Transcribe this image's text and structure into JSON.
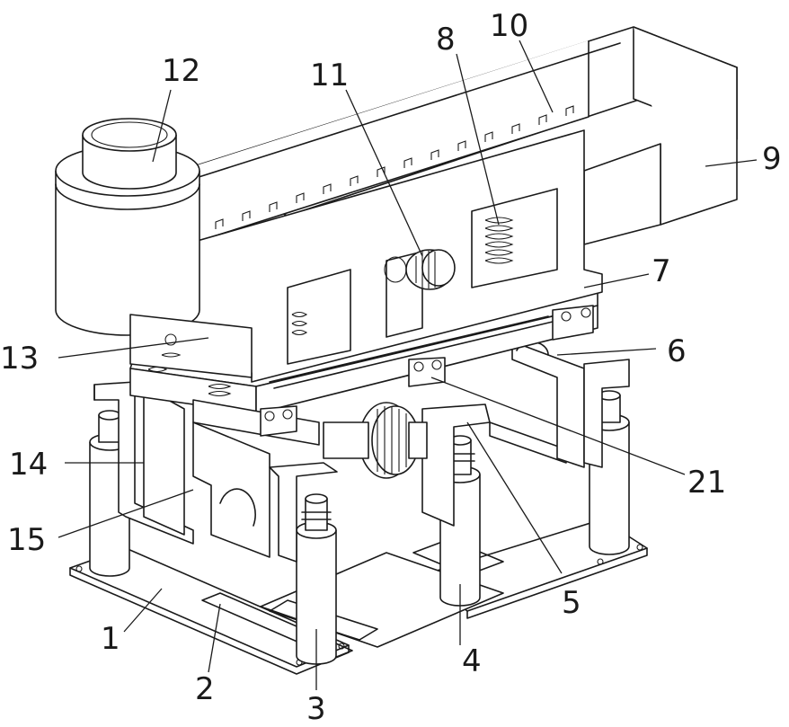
{
  "callouts": [
    {
      "id": "1",
      "text": "1"
    },
    {
      "id": "2",
      "text": "2"
    },
    {
      "id": "3",
      "text": "3"
    },
    {
      "id": "4",
      "text": "4"
    },
    {
      "id": "5",
      "text": "5"
    },
    {
      "id": "6",
      "text": "6"
    },
    {
      "id": "7",
      "text": "7"
    },
    {
      "id": "8",
      "text": "8"
    },
    {
      "id": "9",
      "text": "9"
    },
    {
      "id": "10",
      "text": "10"
    },
    {
      "id": "11",
      "text": "11"
    },
    {
      "id": "12",
      "text": "12"
    },
    {
      "id": "13",
      "text": "13"
    },
    {
      "id": "14",
      "text": "14"
    },
    {
      "id": "15",
      "text": "15"
    },
    {
      "id": "21",
      "text": "21"
    }
  ]
}
